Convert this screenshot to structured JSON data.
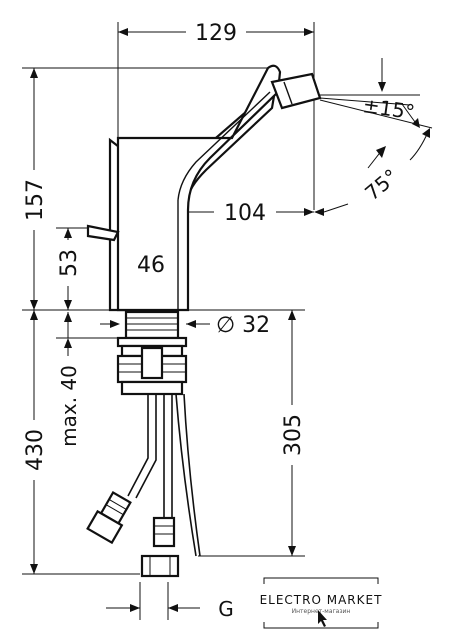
{
  "dimensions": {
    "width_top": "129",
    "height_total_spout": "157",
    "reach": "104",
    "body_diameter": "46",
    "lever_height": "53",
    "thread_diameter": "∅ 32",
    "max_thickness": "max. 40",
    "hose_length": "430",
    "tail_length": "305",
    "angle_swivel": "±15°",
    "angle_tilt": "75°",
    "connection": "G"
  },
  "watermark": {
    "brand": "ELECTRO MARKET",
    "tagline": "Интернет-магазин"
  }
}
